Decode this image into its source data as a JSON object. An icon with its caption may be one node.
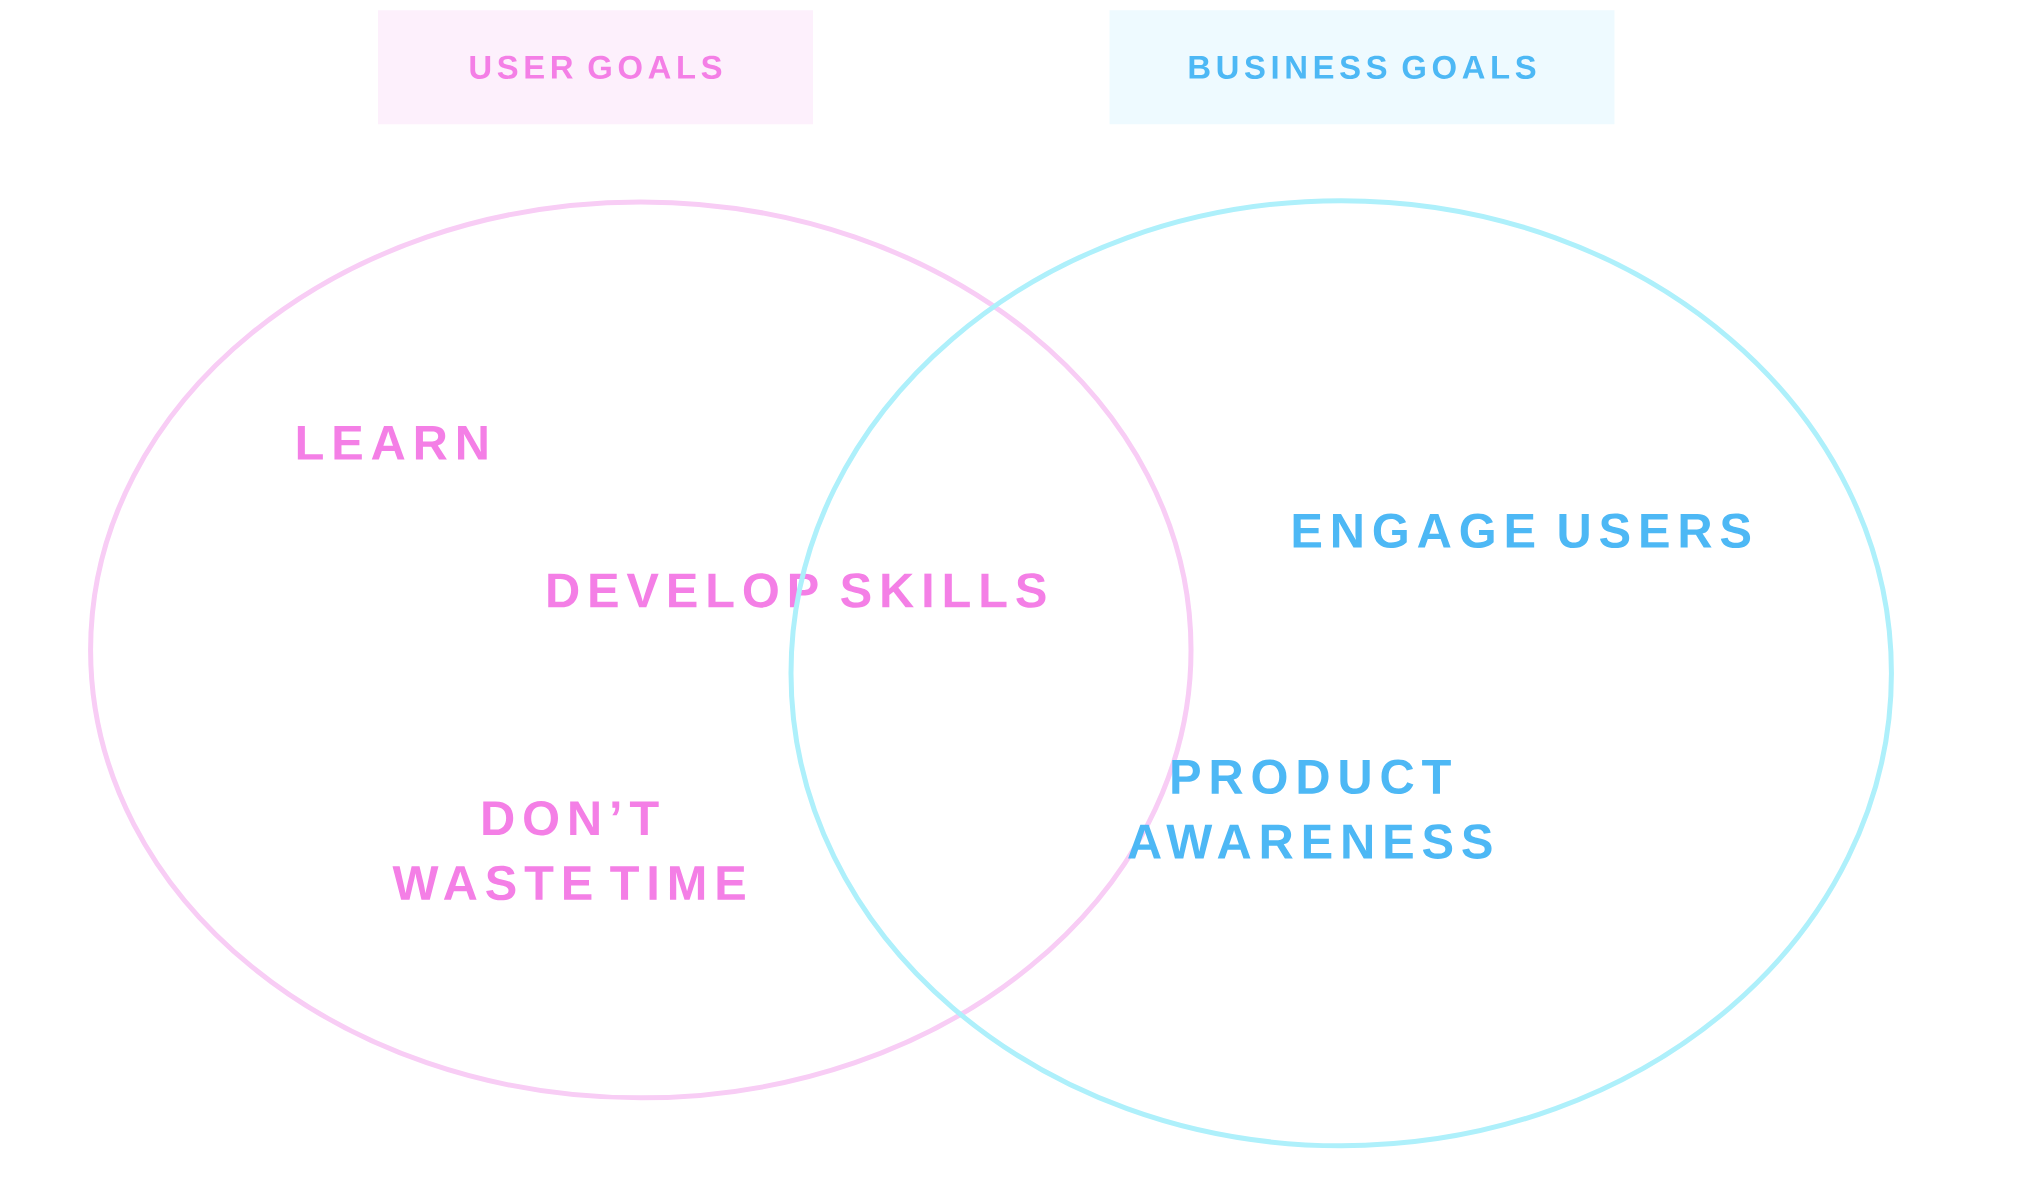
{
  "diagram": {
    "nodes": [
      {
        "text": [
          "USER GOALS"
        ]
      },
      {
        "text": [
          "BUSINESS GOALS"
        ]
      },
      {
        "text": [
          "LEARN",
          "DEVELOP SKILLS",
          "DON’T WASTE TIME"
        ]
      },
      {
        "text": [
          "ENGAGE USERS",
          "PRODUCT AWARENESS"
        ]
      }
    ],
    "edges": []
  }
}
